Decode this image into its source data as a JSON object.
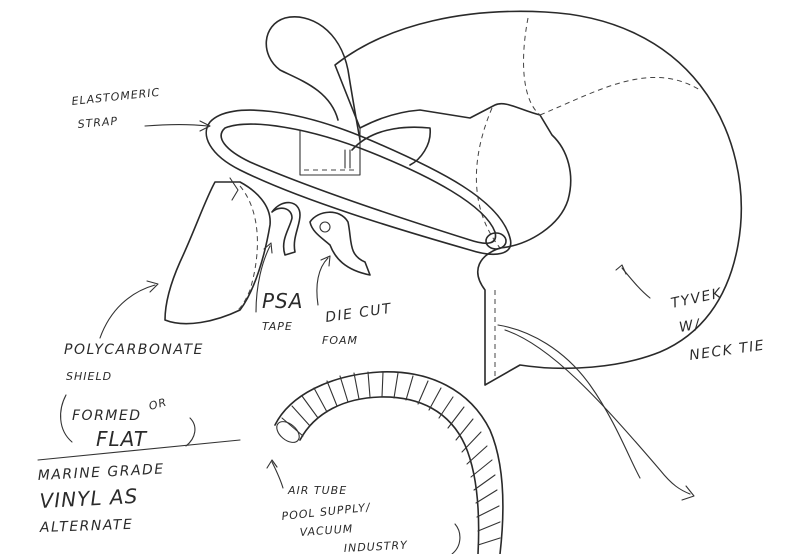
{
  "labels": {
    "elastomeric_line1": "ELASTOMERIC",
    "elastomeric_line2": "STRAP",
    "psa": "PSA",
    "tape": "TAPE",
    "die_cut": "DIE CUT",
    "foam": "FOAM",
    "tyvek": "TYVEK",
    "tyvek_w": "W/",
    "neck_tie": "NECK TIE",
    "poly_line1": "POLYCARBONATE",
    "poly_line2": "SHIELD",
    "formed": "FORMED",
    "or": "OR",
    "flat": "FLAT",
    "marine_line1": "MARINE GRADE",
    "marine_line2": "VINYL AS",
    "marine_line3": "ALTERNATE",
    "air_tube": "AIR TUBE",
    "pool_line1": "POOL SUPPLY/",
    "pool_line2": "VACUUM",
    "pool_line3": "INDUSTRY"
  },
  "colors": {
    "ink": "#2a2a2a",
    "paper": "#ffffff"
  }
}
